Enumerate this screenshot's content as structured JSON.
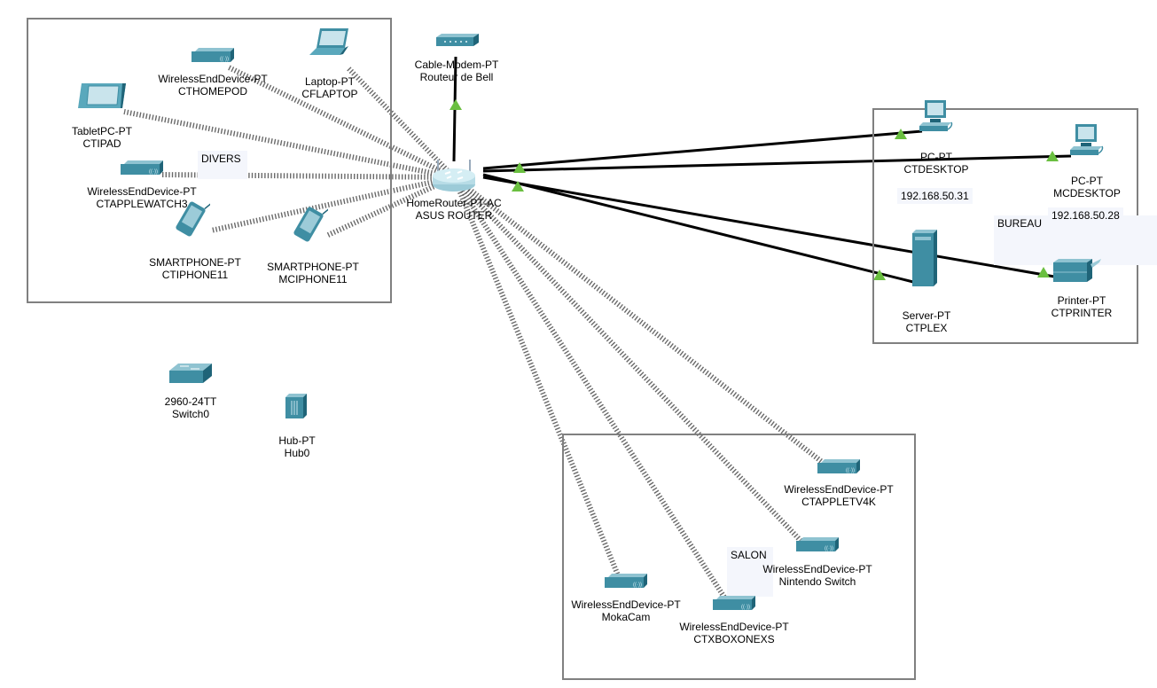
{
  "workspace": {
    "clusters": [
      {
        "id": "divers",
        "label": "DIVERS"
      },
      {
        "id": "bureau",
        "label": "BUREAU"
      },
      {
        "id": "salon",
        "label": "SALON"
      }
    ],
    "devices": {
      "router": {
        "model": "HomeRouter-PT-AC",
        "name": "ASUS ROUTER",
        "icon": "home-router-icon"
      },
      "modem": {
        "model": "Cable-Modem-PT",
        "name": "Routeur de Bell",
        "icon": "cable-modem-icon"
      },
      "homepod": {
        "model": "WirelessEndDevice-PT",
        "name": "CTHOMEPOD",
        "icon": "wireless-end-device-icon"
      },
      "laptop": {
        "model": "Laptop-PT",
        "name": "CFLAPTOP",
        "icon": "laptop-icon"
      },
      "ipad": {
        "model": "TabletPC-PT",
        "name": "CTIPAD",
        "icon": "tablet-icon"
      },
      "watch": {
        "model": "WirelessEndDevice-PT",
        "name": "CTAPPLEWATCH3",
        "icon": "wireless-end-device-icon"
      },
      "ctiphone": {
        "model": "SMARTPHONE-PT",
        "name": "CTIPHONE11",
        "icon": "smartphone-icon"
      },
      "mciphone": {
        "model": "SMARTPHONE-PT",
        "name": "MCIPHONE11",
        "icon": "smartphone-icon"
      },
      "ctdesktop": {
        "model": "PC-PT",
        "name": "CTDESKTOP",
        "ip": "192.168.50.31",
        "icon": "pc-icon"
      },
      "mcdesktop": {
        "model": "PC-PT",
        "name": "MCDESKTOP",
        "ip": "192.168.50.28",
        "icon": "pc-icon"
      },
      "plex": {
        "model": "Server-PT",
        "name": "CTPLEX",
        "icon": "server-icon"
      },
      "printer": {
        "model": "Printer-PT",
        "name": "CTPRINTER",
        "icon": "printer-icon"
      },
      "switch0": {
        "model": "2960-24TT",
        "name": "Switch0",
        "icon": "switch-icon"
      },
      "hub0": {
        "model": "Hub-PT",
        "name": "Hub0",
        "icon": "hub-icon"
      },
      "appletv": {
        "model": "WirelessEndDevice-PT",
        "name": "CTAPPLETV4K",
        "icon": "wireless-end-device-icon"
      },
      "nintendo": {
        "model": "WirelessEndDevice-PT",
        "name": "Nintendo Switch",
        "icon": "wireless-end-device-icon"
      },
      "mokacam": {
        "model": "WirelessEndDevice-PT",
        "name": "MokaCam",
        "icon": "wireless-end-device-icon"
      },
      "xbox": {
        "model": "WirelessEndDevice-PT",
        "name": "CTXBOXONEXS",
        "icon": "wireless-end-device-icon"
      }
    },
    "links": [
      {
        "from": "router",
        "to": "modem",
        "type": "wired",
        "status": "up"
      },
      {
        "from": "router",
        "to": "ctdesktop",
        "type": "wired",
        "status": "up"
      },
      {
        "from": "router",
        "to": "mcdesktop",
        "type": "wired",
        "status": "up"
      },
      {
        "from": "router",
        "to": "plex",
        "type": "wired",
        "status": "up"
      },
      {
        "from": "router",
        "to": "printer",
        "type": "wired",
        "status": "up"
      },
      {
        "from": "router",
        "to": "homepod",
        "type": "wireless"
      },
      {
        "from": "router",
        "to": "laptop",
        "type": "wireless"
      },
      {
        "from": "router",
        "to": "ipad",
        "type": "wireless"
      },
      {
        "from": "router",
        "to": "watch",
        "type": "wireless"
      },
      {
        "from": "router",
        "to": "ctiphone",
        "type": "wireless"
      },
      {
        "from": "router",
        "to": "mciphone",
        "type": "wireless"
      },
      {
        "from": "router",
        "to": "appletv",
        "type": "wireless"
      },
      {
        "from": "router",
        "to": "nintendo",
        "type": "wireless"
      },
      {
        "from": "router",
        "to": "mokacam",
        "type": "wireless"
      },
      {
        "from": "router",
        "to": "xbox",
        "type": "wireless"
      }
    ],
    "colors": {
      "link_up": "#6abf40",
      "wired": "#000000",
      "wireless": "#505050",
      "device": "#3f8ea3",
      "cluster_border": "#808080",
      "note_bg": "#f4f6fc"
    }
  }
}
